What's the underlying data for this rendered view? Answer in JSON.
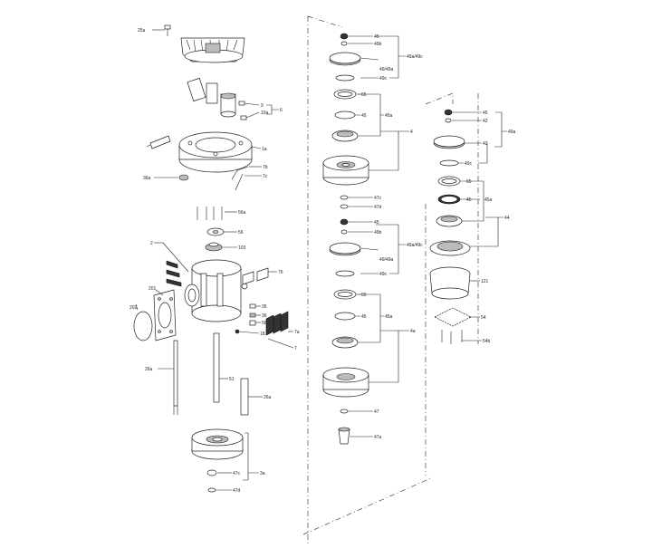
{
  "labels": {
    "l25a": "25a",
    "l9": "9",
    "l10a": "10a",
    "l6": "6",
    "l1a": "1a",
    "l7b": "7b",
    "l7c": "7c",
    "l36a": "36a",
    "l56a": "56a",
    "l56": "56",
    "l103": "103",
    "l2": "2",
    "l76": "76",
    "l201": "201",
    "l202": "202",
    "l35": "35",
    "l36": "36",
    "l56b": "56a",
    "l18": "18",
    "l7a": "7a",
    "l7": "7",
    "l26a": "26a",
    "l51": "51",
    "l26b": "26a",
    "l47c1": "47c",
    "l47d1": "47d",
    "l3a": "3a",
    "m45a": "45",
    "m49b": "49b",
    "m49a49c": "49a/49c",
    "m49a": "49/49a",
    "m49c": "49c",
    "m65a": "65",
    "m45b": "45",
    "m45a2": "45a",
    "m4": "4",
    "m47c": "47c",
    "m47d": "47d",
    "m45c": "45",
    "m49b2": "49b",
    "m49a49c2": "49a/49c",
    "m49a2": "49/49a",
    "m49c2": "49c",
    "m65b": "65",
    "m45d": "45",
    "m45a3": "45a",
    "m4a": "4a",
    "m47": "47",
    "m47a": "47a",
    "r45": "45",
    "r42": "42",
    "r42b": "42",
    "r49a": "49a",
    "r49c": "49c",
    "r65": "65",
    "r45b": "45",
    "r45a": "45a",
    "r44": "44",
    "r121": "121",
    "r54": "54",
    "r54b": "54b"
  }
}
